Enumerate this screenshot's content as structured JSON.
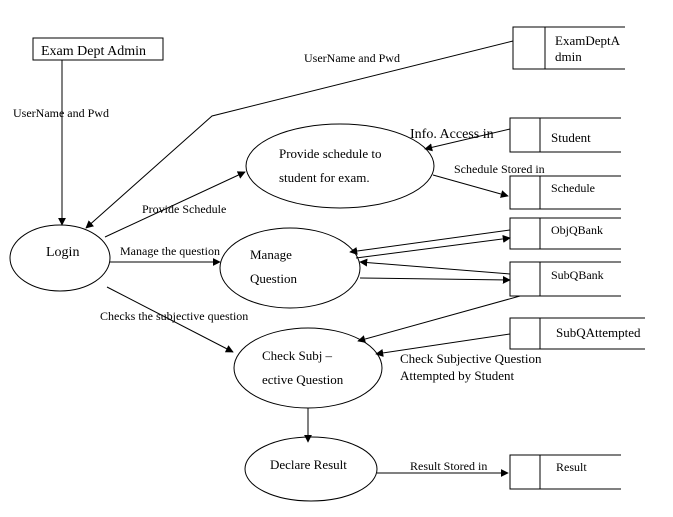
{
  "entity": {
    "label": "Exam Dept  Admin"
  },
  "processes": {
    "login": "Login",
    "schedule_line1": "Provide schedule  to",
    "schedule_line2": "student for exam.",
    "manage_line1": "Manage",
    "manage_line2": "Question",
    "check_line1": "Check Subj –",
    "check_line2": "ective Question",
    "declare": "Declare Result"
  },
  "stores": {
    "examdeptadmin_line1": "ExamDeptA",
    "examdeptadmin_line2": "dmin",
    "student": "Student",
    "schedule": "Schedule",
    "objqbank": "ObjQBank",
    "subqbank": "SubQBank",
    "subqattempted": "SubQAttempted",
    "result": "Result"
  },
  "flows": {
    "username_pwd_top": "UserName and Pwd",
    "username_pwd_left": "UserName and Pwd",
    "info_access": "Info. Access in",
    "schedule_stored": "Schedule Stored in",
    "provide_schedule": "Provide Schedule",
    "manage_question": "Manage the question",
    "checks_subjective": "Checks the subjective question",
    "check_attempted_line1": "Check Subjective Question",
    "check_attempted_line2": "Attempted by Student",
    "result_stored": "Result Stored in"
  }
}
